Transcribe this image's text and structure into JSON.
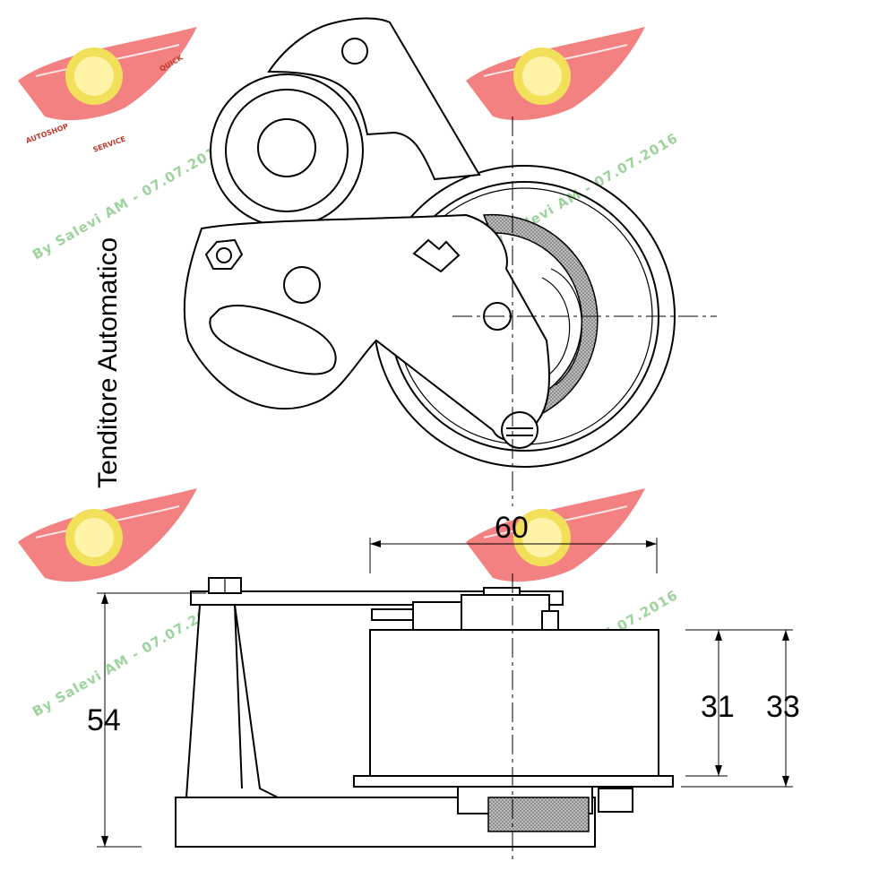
{
  "drawing": {
    "side_label": "Tenditore Automatico",
    "dimensions": {
      "width": "60",
      "height_total": "54",
      "height_pulley": "31",
      "height_outer": "33"
    }
  },
  "watermark": {
    "text": "By Salevi AM - 07.07.2016",
    "logo_text_left": "AUTOSHOP",
    "logo_text_right": "QUICK",
    "logo_text_bottom": "SERVICE"
  },
  "colors": {
    "line": "#000000",
    "watermark_wing": "#f26b6b",
    "watermark_badge": "#f2e05a",
    "watermark_text": "#9ed39e"
  }
}
